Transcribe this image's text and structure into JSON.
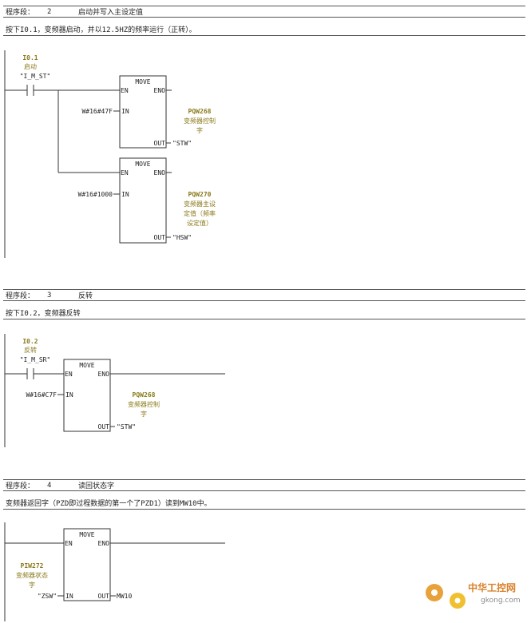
{
  "segments": [
    {
      "header_label": "程序段：",
      "number": "2",
      "title": "启动并写入主设定值",
      "comment": "按下I0.1，变频器启动，并以12.5HZ的频率运行（正转）。",
      "contact": {
        "address": "I0.1",
        "desc": "启动",
        "symbol": "\"I_M_ST\""
      },
      "blocks": [
        {
          "name": "MOVE",
          "en": "EN",
          "eno": "ENO",
          "in": "IN",
          "out": "OUT",
          "in_value": "W#16#47F",
          "out_addr": "PQW268",
          "out_desc": [
            "变频器控制",
            "字"
          ],
          "out_symbol": "\"STW\""
        },
        {
          "name": "MOVE",
          "en": "EN",
          "eno": "ENO",
          "in": "IN",
          "out": "OUT",
          "in_value": "W#16#1000",
          "out_addr": "PQW270",
          "out_desc": [
            "变频器主设",
            "定值（频率",
            "设定值）"
          ],
          "out_symbol": "\"HSW\""
        }
      ]
    },
    {
      "header_label": "程序段：",
      "number": "3",
      "title": "反转",
      "comment": "按下I0.2，变频器反转",
      "contact": {
        "address": "I0.2",
        "desc": "反转",
        "symbol": "\"I_M_SR\""
      },
      "blocks": [
        {
          "name": "MOVE",
          "en": "EN",
          "eno": "ENO",
          "in": "IN",
          "out": "OUT",
          "in_value": "W#16#C7F",
          "out_addr": "PQW268",
          "out_desc": [
            "变频器控制",
            "字"
          ],
          "out_symbol": "\"STW\""
        }
      ]
    },
    {
      "header_label": "程序段：",
      "number": "4",
      "title": "读回状态字",
      "comment": "变频器返回字（PZD即过程数据的第一个了PZD1）读到MW10中。",
      "blocks": [
        {
          "name": "MOVE",
          "en": "EN",
          "eno": "ENO",
          "in": "IN",
          "out": "OUT",
          "in_addr": "PIW272",
          "in_desc": [
            "变频器状态",
            "字"
          ],
          "in_symbol": "\"ZSW\"",
          "out_value": "MW10"
        }
      ]
    }
  ],
  "watermark": {
    "title": "中华工控网",
    "url": "gkong.com"
  }
}
